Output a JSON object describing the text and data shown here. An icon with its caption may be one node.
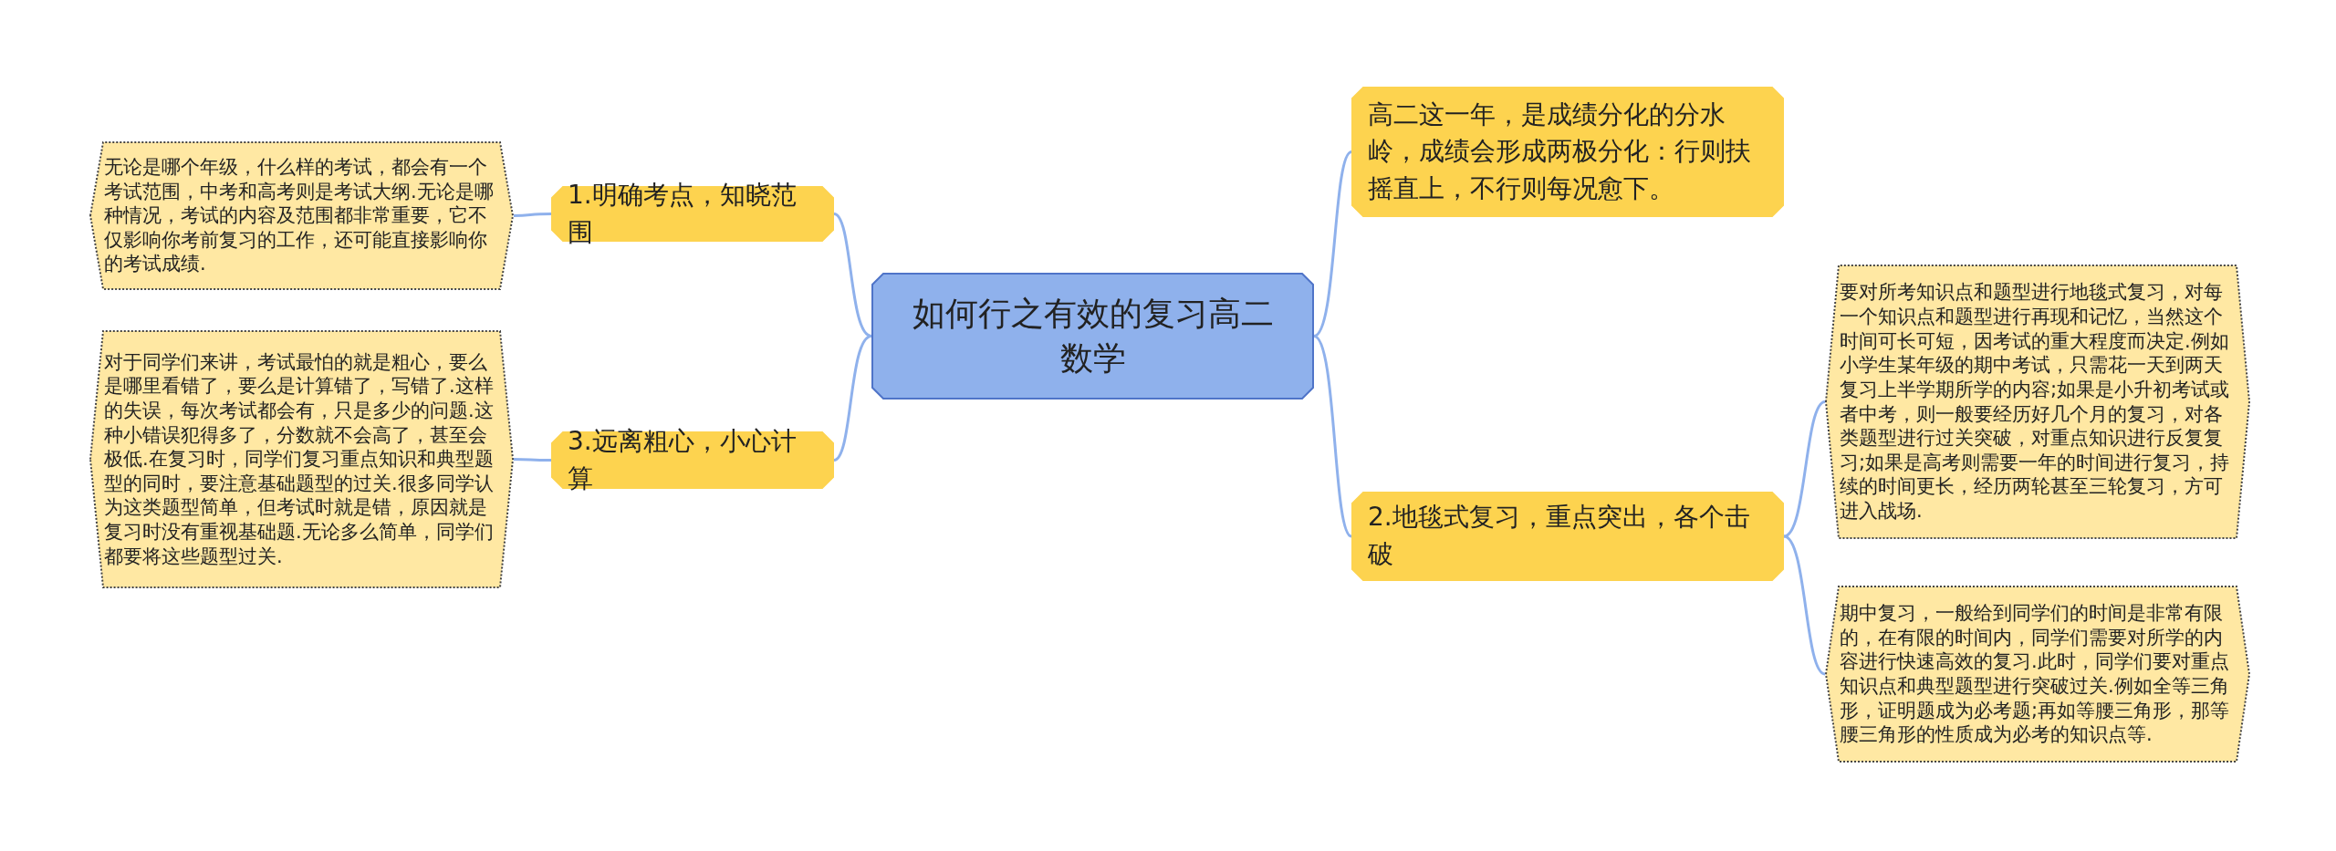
{
  "diagram": {
    "nodes": [
      {
        "text": [
          "如何行之有效的复习高二数学"
        ]
      },
      {
        "text": [
          "1.明确考点，知晓范围"
        ]
      },
      {
        "text": [
          "无论是哪个年级，什么样的考试，都会有一个考试范围，中考和高考则是考试大纲.无论是哪种情况，考试的内容及范围都非常重要，它不仅影响你考前复习的工作，还可能直接影响你的考试成绩."
        ]
      },
      {
        "text": [
          "3.远离粗心，小心计算"
        ]
      },
      {
        "text": [
          "对于同学们来讲，考试最怕的就是粗心，要么是哪里看错了，要么是计算错了，写错了.这样的失误，每次考试都会有，只是多少的问题.这种小错误犯得多了，分数就不会高了，甚至会极低.在复习时，同学们复习重点知识和典型题型的同时，要注意基础题型的过关.很多同学认为这类题型简单，但考试时就是错，原因就是复习时没有重视基础题.无论多么简单，同学们都要将这些题型过关."
        ]
      },
      {
        "text": [
          "高二这一年，是成绩分化的分水岭，成绩会形成两极分化：行则扶摇直上，不行则每况愈下。"
        ]
      },
      {
        "text": [
          "2.地毯式复习，重点突出，各个击破"
        ]
      },
      {
        "text": [
          "要对所考知识点和题型进行地毯式复习，对每一个知识点和题型进行再现和记忆，当然这个时间可长可短，因考试的重大程度而决定.例如小学生某年级的期中考试，只需花一天到两天复习上半学期所学的内容;如果是小升初考试或者中考，则一般要经历好几个月的复习，对各类题型进行过关突破，对重点知识进行反复复习;如果是高考则需要一年的时间进行复习，持续的时间更长，经历两轮甚至三轮复习，方可进入战场."
        ]
      },
      {
        "text": [
          "期中复习，一般给到同学们的时间是非常有限的，在有限的时间内，同学们需要对所学的内容进行快速高效的复习.此时，同学们要对重点知识点和典型题型进行突破过关.例如全等三角形，证明题成为必考题;再如等腰三角形，那等腰三角形的性质成为必考的知识点等."
        ]
      }
    ],
    "edges": [
      {
        "from": 0,
        "to": 1,
        "arrow": "none"
      },
      {
        "from": 1,
        "to": 2,
        "arrow": "none"
      },
      {
        "from": 0,
        "to": 3,
        "arrow": "none"
      },
      {
        "from": 3,
        "to": 4,
        "arrow": "none"
      },
      {
        "from": 0,
        "to": 5,
        "arrow": "none"
      },
      {
        "from": 0,
        "to": 6,
        "arrow": "none"
      },
      {
        "from": 6,
        "to": 7,
        "arrow": "none"
      },
      {
        "from": 6,
        "to": 8,
        "arrow": "none"
      }
    ]
  }
}
